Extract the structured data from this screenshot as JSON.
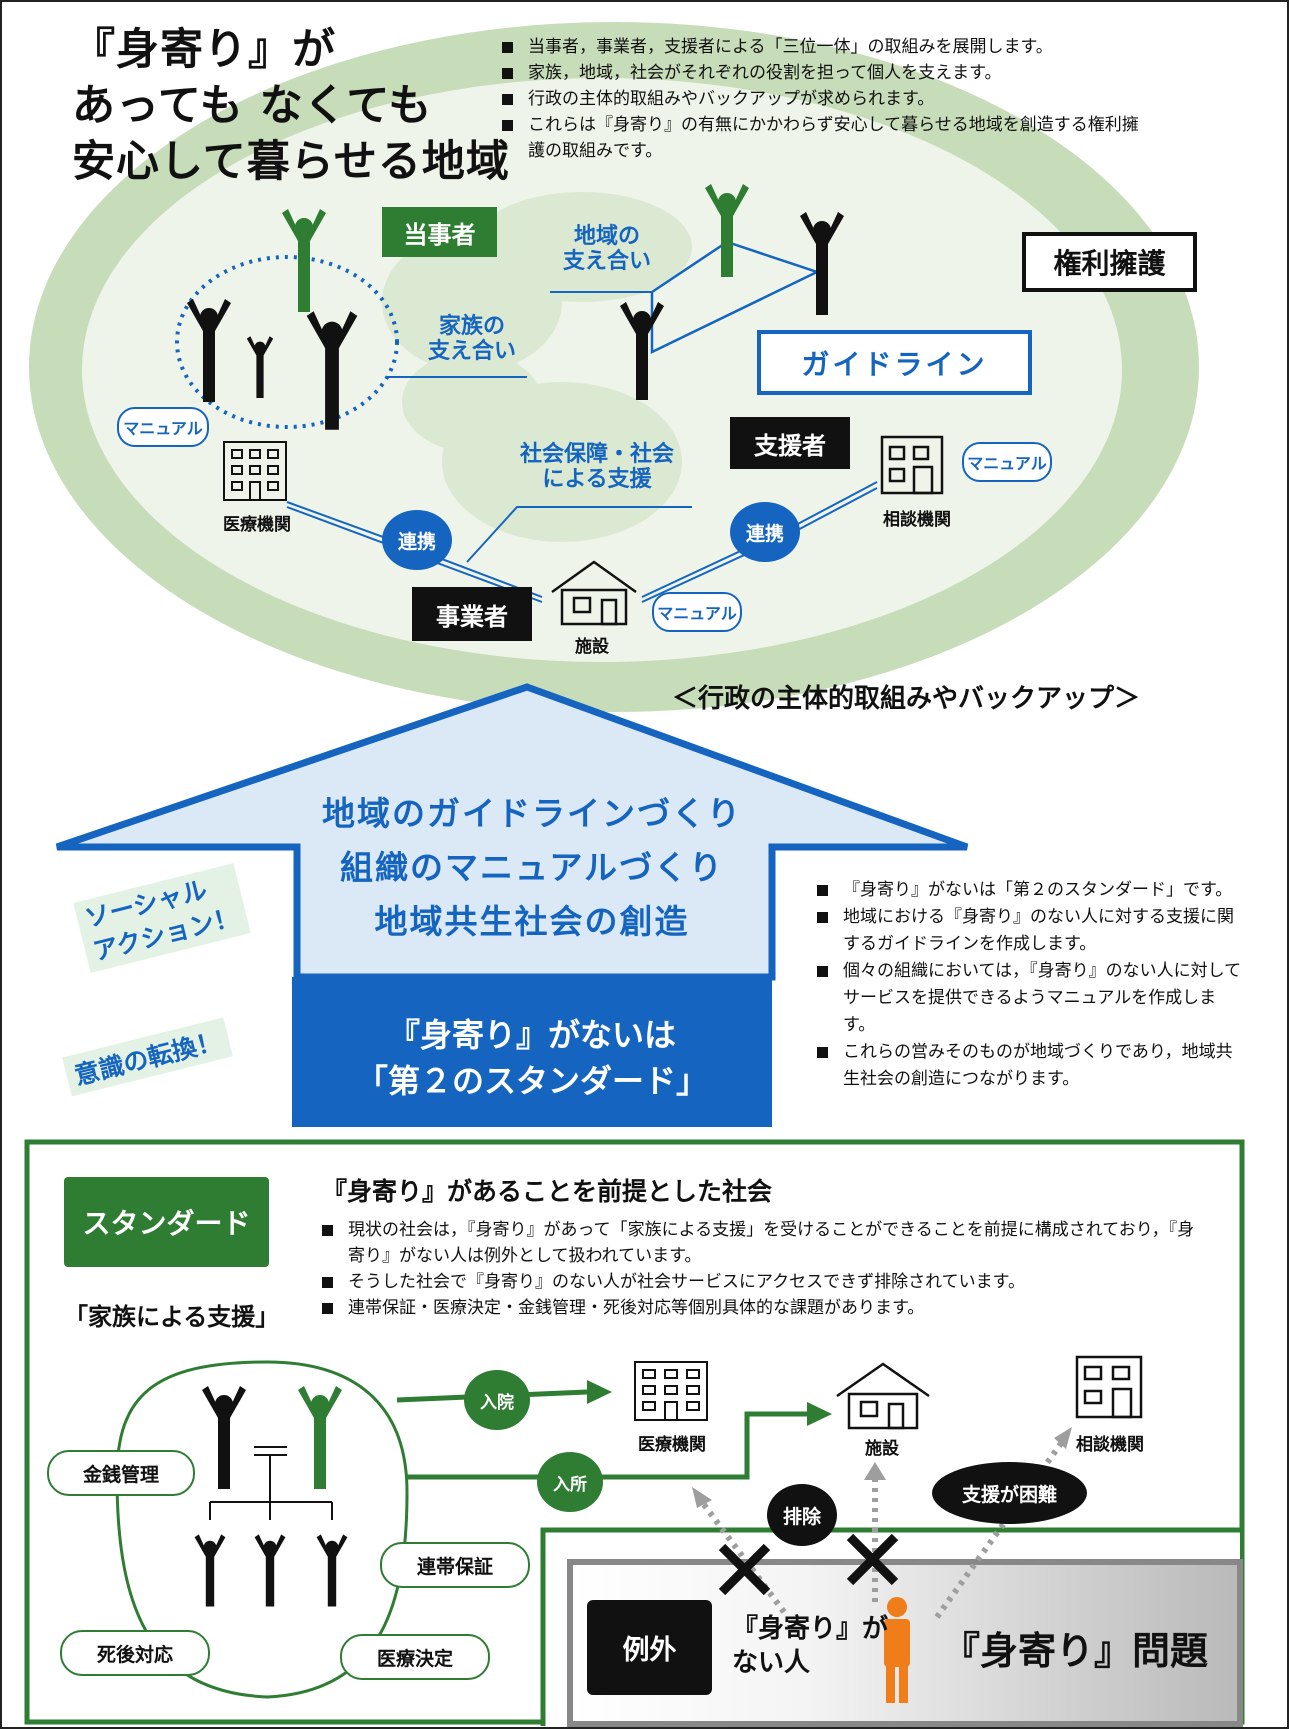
{
  "top": {
    "title_lines": [
      "『身寄り』が",
      "あっても なくても",
      "安心して暮らせる地域"
    ],
    "bullets": [
      "当事者，事業者，支援者による「三位一体」の取組みを展開します。",
      "家族，地域，社会がそれぞれの役割を担って個人を支えます。",
      "行政の主体的取組みやバックアップが求められます。",
      "これらは『身寄り』の有無にかかわらず安心して暮らせる地域を創造する権利擁護の取組みです。"
    ]
  },
  "circle": {
    "tojisha": "当事者",
    "shienza": "支援者",
    "jigyosha": "事業者",
    "kenri": "権利擁護",
    "guideline": "ガイドライン",
    "kazoku_support": [
      "家族の",
      "支え合い"
    ],
    "chiiki_support": [
      "地域の",
      "支え合い"
    ],
    "shakai_support": [
      "社会保障・社会",
      "による支援"
    ],
    "manual_label": "マニュアル",
    "renkei": "連携",
    "iryo": "医療機関",
    "sodan": "相談機関",
    "shisetsu": "施設",
    "gyosei": "＜行政の主体的取組みやバックアップ＞"
  },
  "arrow": {
    "lines": [
      "地域のガイドラインづくり",
      "組織のマニュアルづくり",
      "地域共生社会の創造"
    ],
    "base_lines": [
      "『身寄り』がないは",
      "「第２のスタンダード」"
    ]
  },
  "side": {
    "social": [
      "ソーシャル",
      "アクション！"
    ],
    "ishiki": "意識の転換！"
  },
  "middle_bullets": [
    "『身寄り』がないは「第２のスタンダード」です。",
    "地域における『身寄り』のない人に対する支援に関するガイドラインを作成します。",
    "個々の組織においては，『身寄り』のない人に対してサービスを提供できるようマニュアルを作成します。",
    "これらの営みそのものが地域づくりであり，地域共生社会の創造につながります。"
  ],
  "bottom": {
    "standard": "スタンダード",
    "kazoku": "「家族による支援」",
    "heading": "『身寄り』があることを前提とした社会",
    "bullets": [
      "現状の社会は，『身寄り』があって「家族による支援」を受けることができることを前提に構成されており，『身寄り』がない人は例外として扱われています。",
      "そうした社会で『身寄り』のない人が社会サービスにアクセスできず排除されています。",
      "連帯保証・医療決定・金銭管理・死後対応等個別具体的な課題があります。"
    ],
    "kinsen": "金銭管理",
    "rentai": "連帯保証",
    "shigo": "死後対応",
    "iryo_kettei": "医療決定",
    "nyuin": "入院",
    "nyusho": "入所",
    "iryo": "医療機関",
    "shisetsu": "施設",
    "sodan": "相談機関",
    "haijo": "排除",
    "konnan": "支援が困難",
    "reigai": "例外",
    "nai_hito": [
      "『身寄り』が",
      "ない人"
    ],
    "mondai": "『身寄り』問題"
  },
  "colors": {
    "green": "#2e7d32",
    "light_green": "#d6e8cd",
    "blue": "#1565c0",
    "light_blue": "#dbe9f7"
  }
}
